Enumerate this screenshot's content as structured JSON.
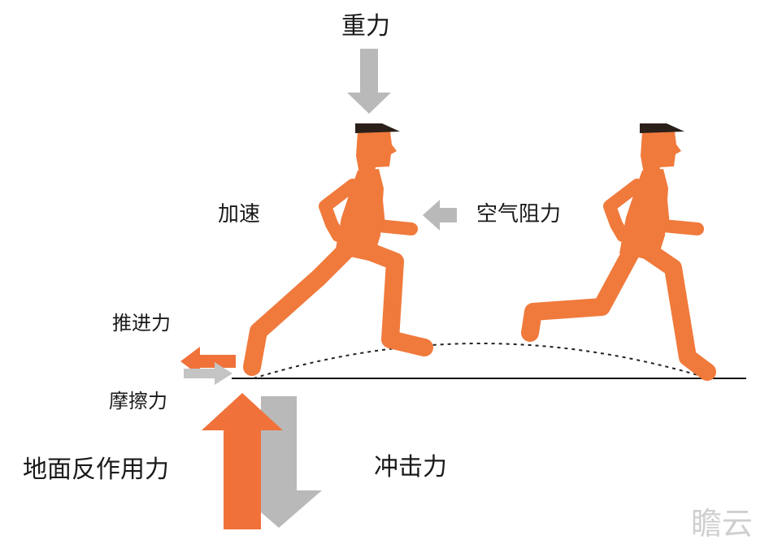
{
  "labels": {
    "gravity": "重力",
    "acceleration": "加速",
    "air_resistance": "空气阻力",
    "propulsion": "推进力",
    "friction": "摩擦力",
    "ground_reaction": "地面反作用力",
    "impact": "冲击力"
  },
  "watermark": "瞻云",
  "colors": {
    "runner": "#f07a3c",
    "runner_shade": "#e8703a",
    "cap": "#2b1f1a",
    "arrow_orange": "#f0723a",
    "arrow_gray": "#b9b9b9",
    "ground": "#111111",
    "dotted_path": "#222222"
  }
}
